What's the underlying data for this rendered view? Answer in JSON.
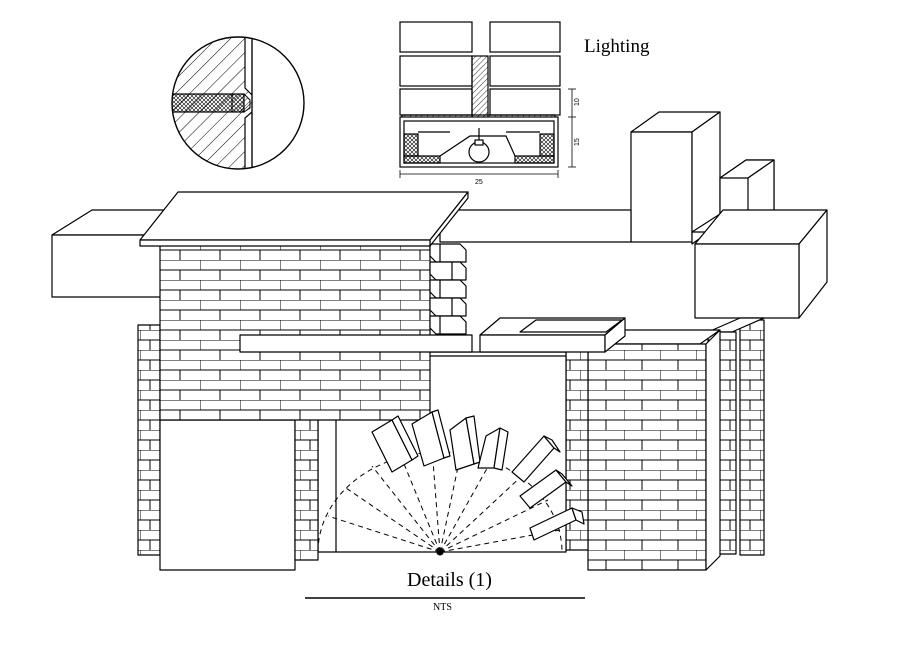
{
  "labels": {
    "lighting": "Lighting",
    "details_title": "Details (1)",
    "details_scale": "NTS"
  },
  "dimensions": {
    "top_strip": "10",
    "light_box": "15",
    "box_width": "25"
  },
  "colors": {
    "line": "#000000",
    "background": "#ffffff"
  }
}
